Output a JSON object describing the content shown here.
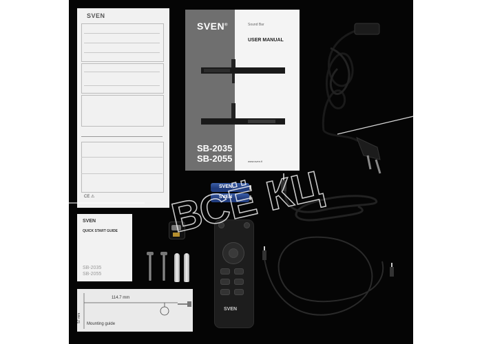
{
  "warranty_card": {
    "brand": "SVEN",
    "certificate_footer": "CE  ⚠"
  },
  "user_manual": {
    "brand": "SVEN",
    "brand_mark": "®",
    "subtitle": "Sound Bar",
    "title": "USER MANUAL",
    "model_1": "SB-2035",
    "model_2": "SB-2055",
    "website": "www.sven.fi"
  },
  "quick_start_guide": {
    "brand": "SVEN",
    "title": "QUICK START GUIDE",
    "model_1": "SB-2035",
    "model_2": "SB-2055"
  },
  "mounting_guide": {
    "width_label": "114.7 mm",
    "height_label": "57 mm",
    "label": "Mounting guide"
  },
  "battery": {
    "brand_1": "SVEN",
    "brand_2": "SVEN"
  },
  "remote": {
    "brand": "SVEN"
  },
  "colors": {
    "background": "#050505",
    "paper": "#f2f2f2",
    "manual_side": "#6f6f6f",
    "battery_blue": "#1f3a7a",
    "watermark": "#ffffff"
  },
  "watermark": {
    "text": "ВСЁ КЦ"
  }
}
